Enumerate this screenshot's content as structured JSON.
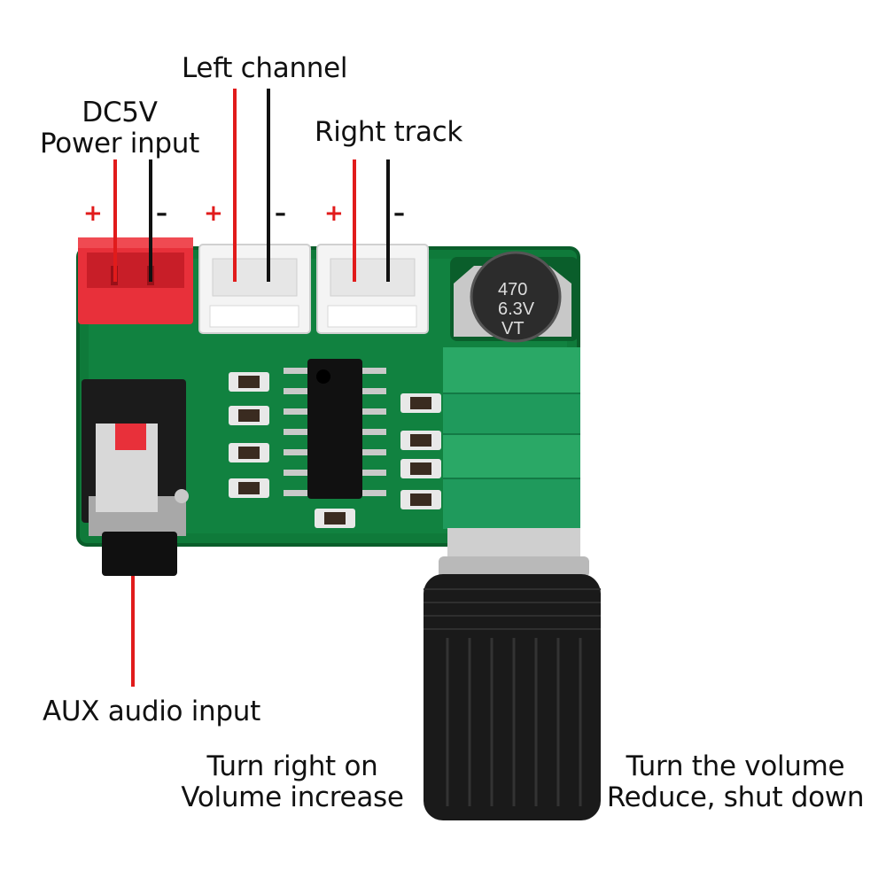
{
  "labels": {
    "power": [
      "DC5V",
      "Power input"
    ],
    "left_channel": "Left channel",
    "right_track": "Right track",
    "aux": "AUX audio input",
    "turn_right": [
      "Turn right on",
      "Volume increase"
    ],
    "turn_left": [
      "Turn the volume",
      "Reduce, shut down"
    ]
  },
  "polarity": {
    "plus": "+",
    "minus": "–"
  },
  "capacitor": [
    "470",
    "6.3V",
    "VT"
  ],
  "colors": {
    "pcb": "#0f7a3a",
    "pcb_edge": "#0a5e2b",
    "red_connector": "#e8303a",
    "white_connector": "#f4f4f4",
    "wire_red": "#e11b1b",
    "wire_black": "#111111",
    "pot_green": "#1f9a5c",
    "knob": "#1a1a1a"
  }
}
